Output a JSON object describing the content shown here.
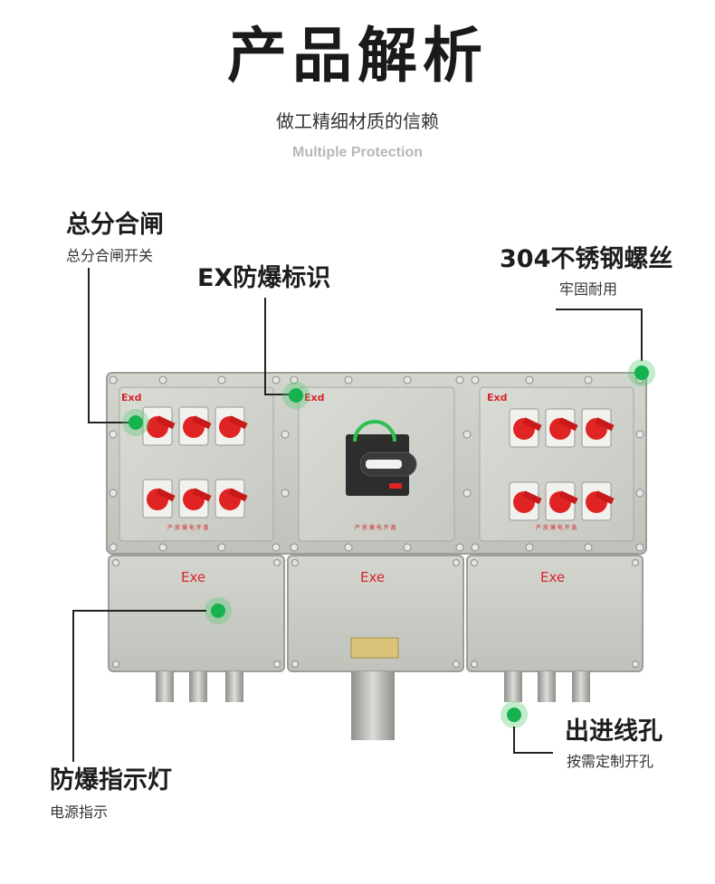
{
  "header": {
    "title": "产品解析",
    "subtitle": "做工精细材质的信赖",
    "subtitle_en": "Multiple Protection"
  },
  "callouts": {
    "main_switch": {
      "title": "总分合闸",
      "desc": "总分合闸开关"
    },
    "ex_mark": {
      "title": "EX防爆标识"
    },
    "screws": {
      "title": "304不锈钢螺丝",
      "desc": "牢固耐用"
    },
    "indicator": {
      "title": "防爆指示灯",
      "desc": "电源指示"
    },
    "cable_entry": {
      "title": "出进线孔",
      "desc": "按需定制开孔"
    }
  },
  "cabinet": {
    "top_left_mark": "Exd",
    "top_mid_mark": "Exd",
    "top_right_mark": "Exd",
    "bottom_left_mark": "Exe",
    "bottom_mid_mark": "Exe",
    "bottom_right_mark": "Exe",
    "panel_caption_left": "产 放 爆 电 开 盖",
    "panel_caption_mid": "产 放 爆 电 开 盖",
    "panel_caption_right": "产 放 爆 电 开 盖"
  },
  "colors": {
    "housing": "#c9ccc4",
    "switch_red": "#e02323",
    "indicator_green": "#15b24f",
    "mark_red": "#d8242a"
  }
}
